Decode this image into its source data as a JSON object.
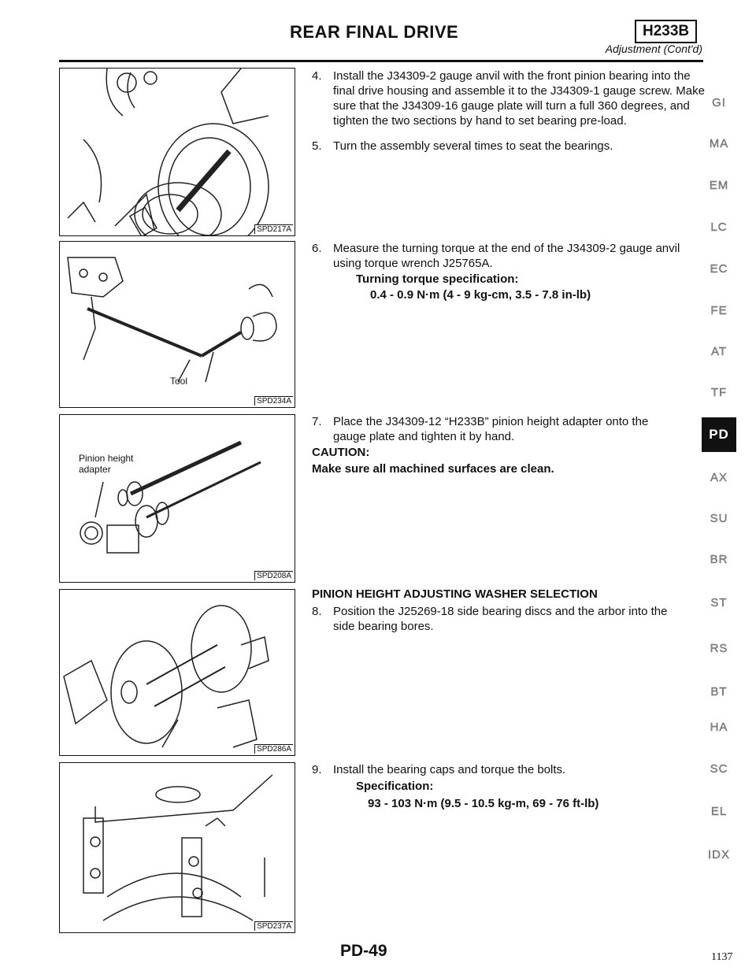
{
  "header": {
    "title": "REAR FINAL DRIVE",
    "model_code": "H233B",
    "subtitle": "Adjustment (Cont'd)"
  },
  "figures": [
    {
      "ref": "SPD217A"
    },
    {
      "ref": "SPD234A",
      "label": "Tool"
    },
    {
      "ref": "SPD208A",
      "label_line1": "Pinion height",
      "label_line2": "adapter"
    },
    {
      "ref": "SPD286A"
    },
    {
      "ref": "SPD237A"
    }
  ],
  "steps": {
    "s4": {
      "num": "4.",
      "text": "Install the J34309-2 gauge anvil with the front pinion bearing into the final drive housing and assemble it to the J34309-1 gauge screw. Make sure that the J34309-16 gauge plate will turn a full 360 degrees, and tighten the two sections by hand to set bearing pre-load."
    },
    "s5": {
      "num": "5.",
      "text": "Turn the assembly several times to seat the bearings."
    },
    "s6": {
      "num": "6.",
      "text": "Measure the turning torque at the end of the J34309-2 gauge anvil using torque wrench J25765A.",
      "spec_label": "Turning torque specification:",
      "spec_value": "0.4 - 0.9 N·m (4 - 9 kg-cm, 3.5 - 7.8 in-lb)"
    },
    "s7": {
      "num": "7.",
      "text": "Place the J34309-12 “H233B” pinion height adapter onto the gauge plate and tighten it by hand.",
      "caution_label": "CAUTION:",
      "caution_text": "Make sure all machined surfaces are clean."
    },
    "section_heading": "PINION HEIGHT ADJUSTING WASHER SELECTION",
    "s8": {
      "num": "8.",
      "text": "Position the J25269-18 side bearing discs and the arbor into the side bearing bores."
    },
    "s9": {
      "num": "9.",
      "text": "Install the bearing caps and torque the bolts.",
      "spec_label": "Specification:",
      "spec_value": "93 - 103 N·m (9.5 - 10.5 kg-m, 69 - 76 ft-lb)"
    }
  },
  "side_index": [
    "GI",
    "MA",
    "EM",
    "LC",
    "EC",
    "FE",
    "AT",
    "TF",
    "PD",
    "AX",
    "SU",
    "BR",
    "ST",
    "RS",
    "BT",
    "HA",
    "SC",
    "EL",
    "IDX"
  ],
  "active_section": "PD",
  "footer": {
    "page_label": "PD-49",
    "page_number": "1137"
  }
}
